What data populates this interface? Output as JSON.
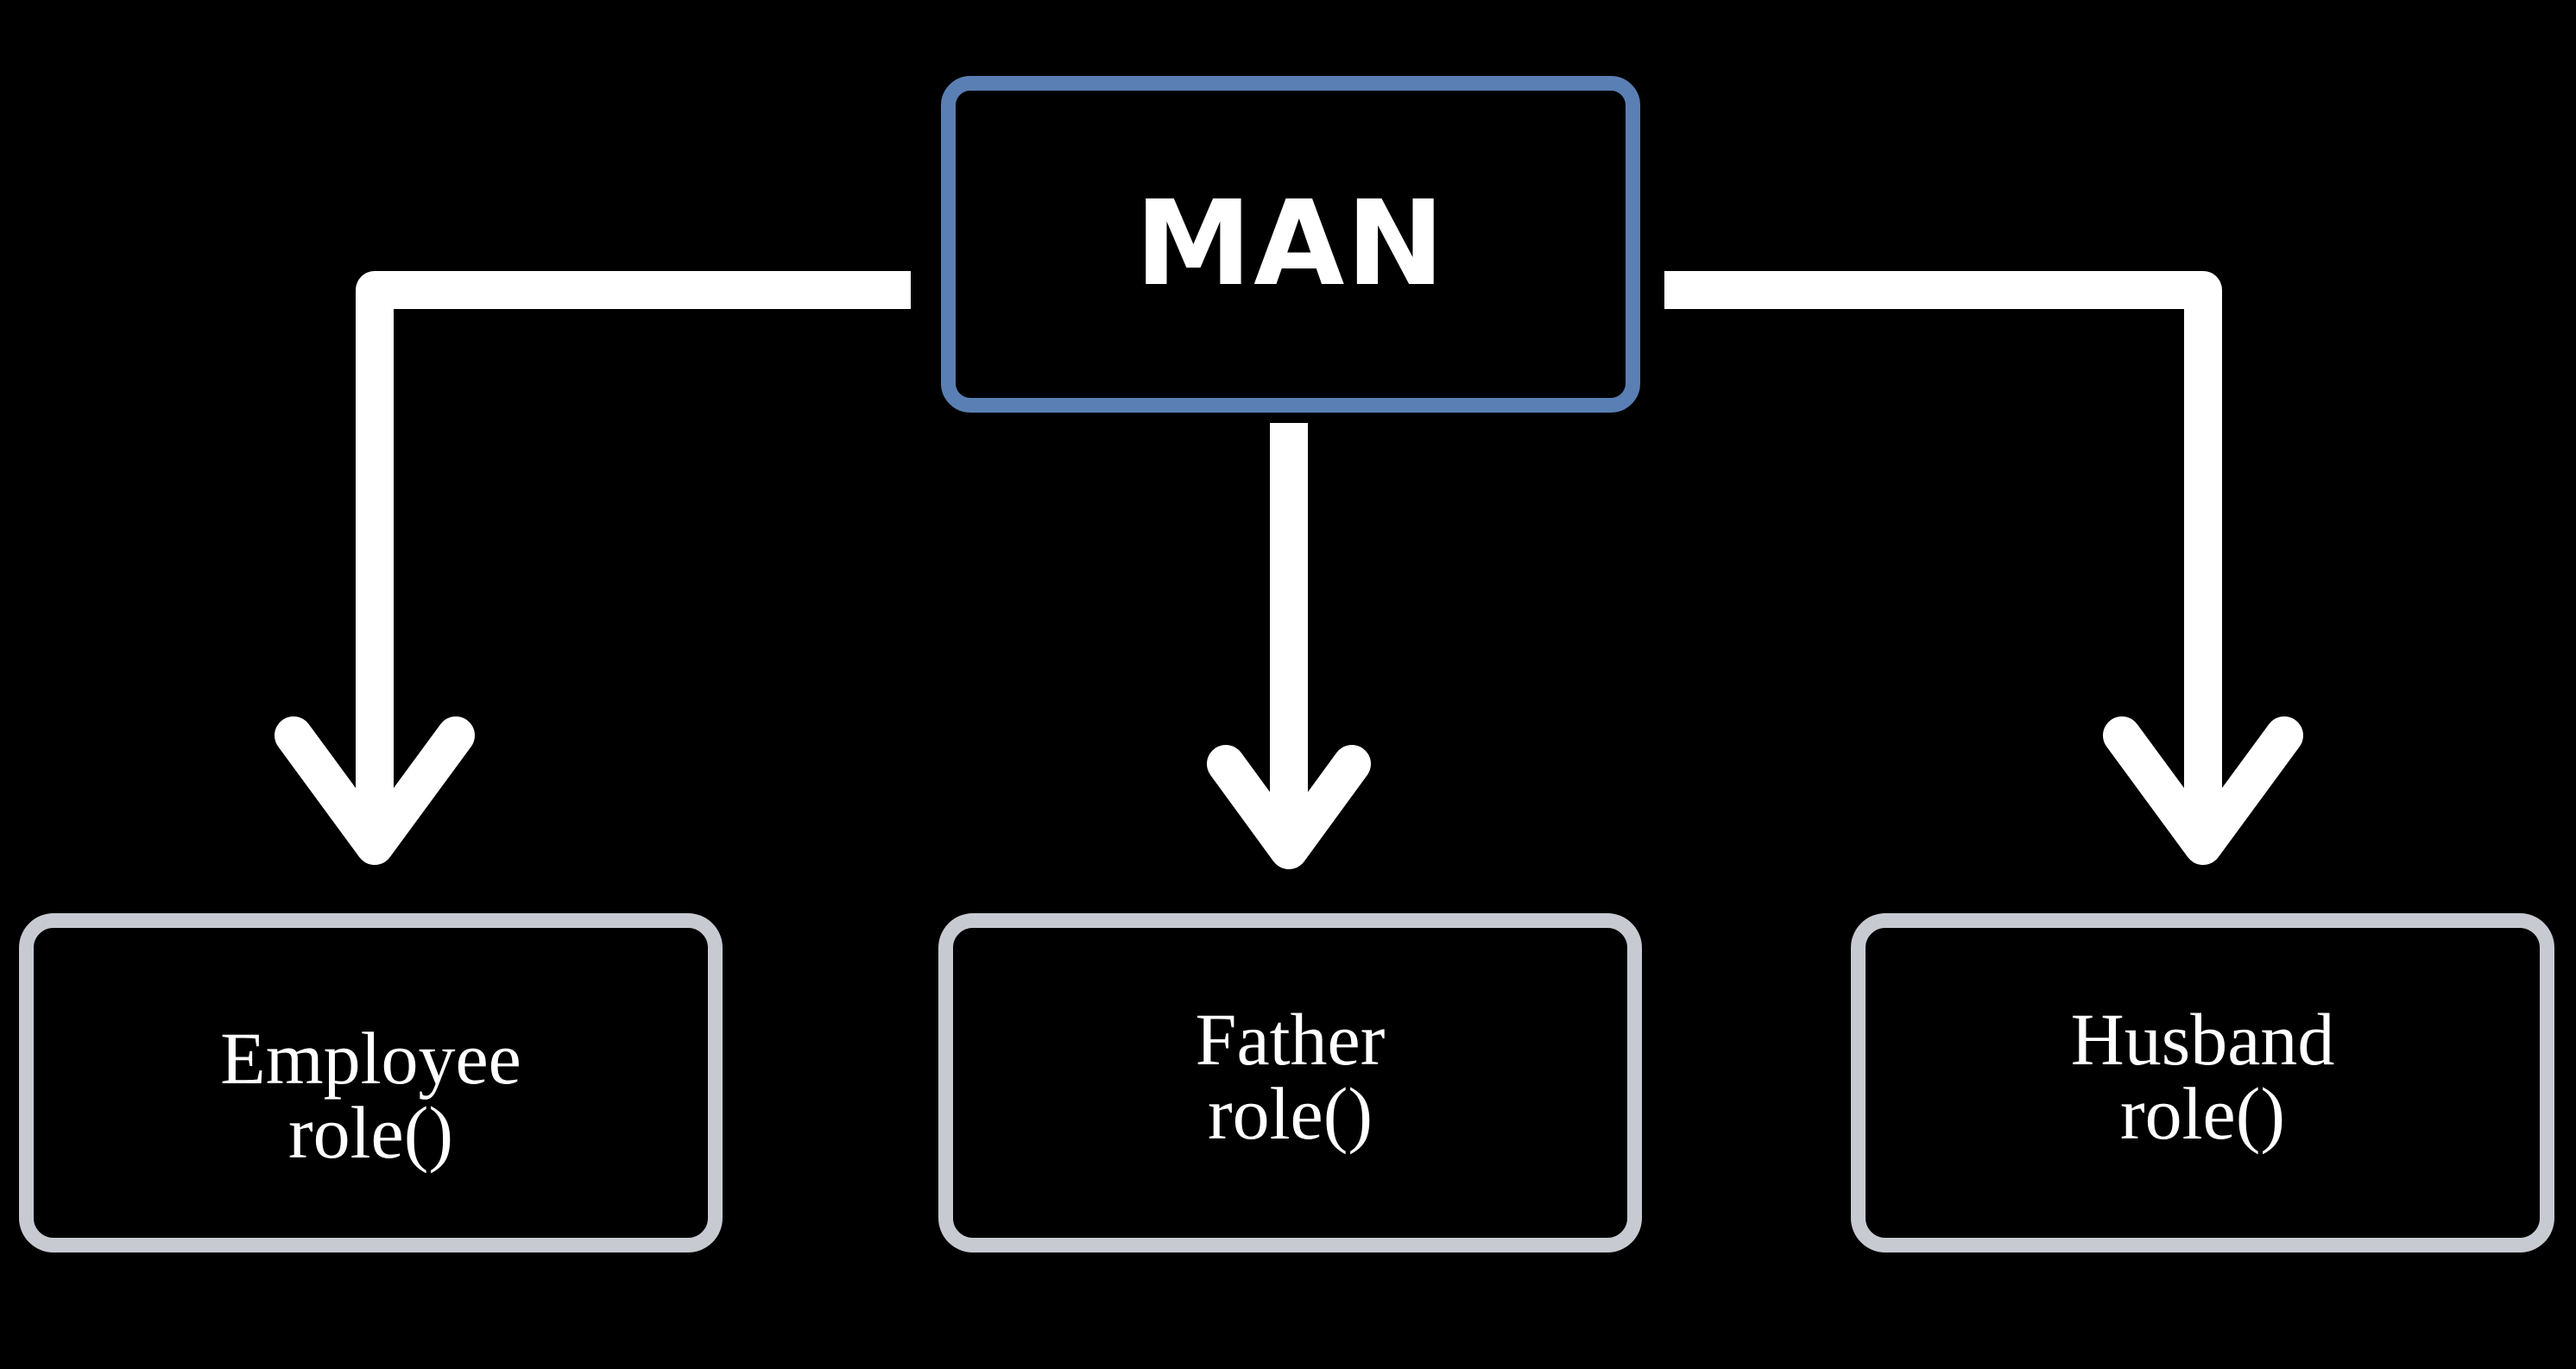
{
  "diagram": {
    "root": {
      "label": "MAN",
      "border_color": "#5a7fb4"
    },
    "children": [
      {
        "id": "employee",
        "label": "Employee",
        "method": "role()"
      },
      {
        "id": "father",
        "label": "Father",
        "method": "role()"
      },
      {
        "id": "husband",
        "label": "Husband",
        "method": "role()"
      }
    ],
    "child_border_color": "#c7cbd1",
    "arrow_color": "#ffffff",
    "background_color": "#000000"
  }
}
